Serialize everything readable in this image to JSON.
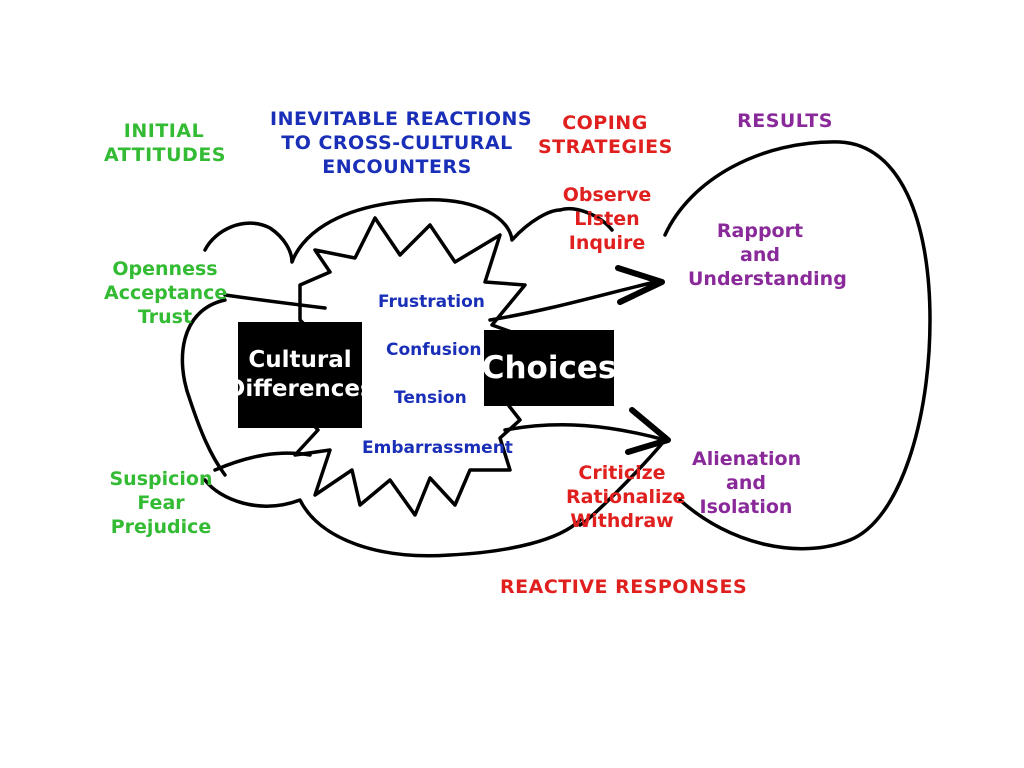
{
  "headers": {
    "initial_attitudes": [
      "INITIAL",
      "ATTITUDES"
    ],
    "inevitable_reactions": [
      "INEVITABLE REACTIONS",
      "TO CROSS-CULTURAL",
      "ENCOUNTERS"
    ],
    "coping_strategies": [
      "COPING",
      "STRATEGIES"
    ],
    "results": [
      "RESULTS"
    ],
    "reactive_responses": [
      "REACTIVE RESPONSES"
    ]
  },
  "positive_attitudes": [
    "Openness",
    "Acceptance",
    "Trust"
  ],
  "negative_attitudes": [
    "Suspicion",
    "Fear",
    "Prejudice"
  ],
  "cultural_box": [
    "Cultural",
    "Differences"
  ],
  "choices_box": [
    "Choices"
  ],
  "feelings": [
    "Frustration",
    "Confusion",
    "Tension",
    "Embarrassment"
  ],
  "coping_actions": [
    "Observe",
    "Listen",
    "Inquire"
  ],
  "reactive_actions": [
    "Criticize",
    "Rationalize",
    "Withdraw"
  ],
  "positive_results": [
    "Rapport",
    "and",
    "Understanding"
  ],
  "negative_results": [
    "Alienation",
    "and",
    "Isolation"
  ],
  "colors": {
    "attitudes": "#33bb33",
    "reactions": "#1a2fb8",
    "strategies": "#e0201e",
    "results": "#8a2a9a",
    "box": "#000000",
    "stroke": "#000000"
  }
}
